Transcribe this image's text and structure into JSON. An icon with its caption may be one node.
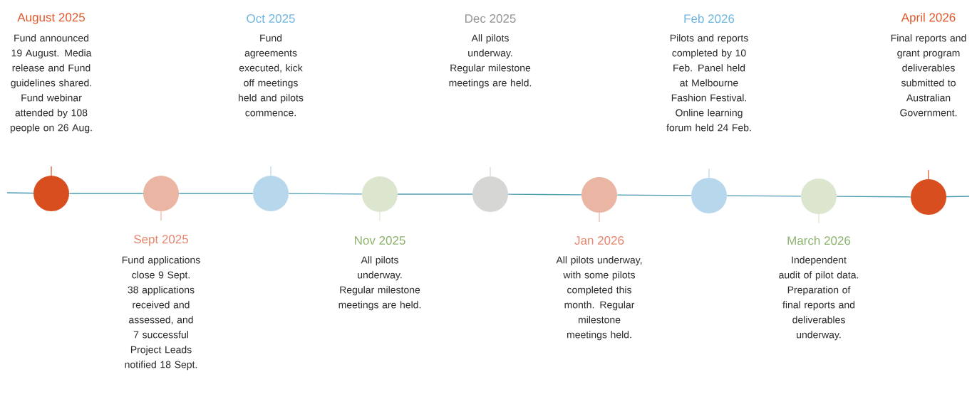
{
  "diagram": {
    "nodes": [
      {
        "text": [],
        "shape": "circle",
        "beside": [
          "August 2025",
          "Fund announced 19 August. Media release and Fund guidelines shared. Fund webinar attended by 108 people on 26 Aug."
        ]
      },
      {
        "text": [],
        "shape": "circle",
        "beside": [
          "Sept 2025",
          "Fund applications close 9 Sept. 38 applications received and assessed, and 7 successful Project Leads notified 18 Sept."
        ]
      },
      {
        "text": [],
        "shape": "circle",
        "beside": [
          "Oct 2025",
          "Fund agreements executed, kick off meetings held and pilots commence."
        ]
      },
      {
        "text": [],
        "shape": "circle",
        "beside": [
          "Nov 2025",
          "All pilots underway. Regular milestone meetings are held."
        ]
      },
      {
        "text": [],
        "shape": "circle",
        "beside": [
          "Dec 2025",
          "All pilots underway. Regular milestone meetings are held."
        ]
      },
      {
        "text": [],
        "shape": "circle",
        "beside": [
          "Jan 2026",
          "All pilots underway, with some pilots completed this month. Regular milestone meetings held."
        ]
      },
      {
        "text": [],
        "shape": "circle",
        "beside": [
          "Feb 2026",
          "Pilots and reports completed by 10 Feb. Panel held at Melbourne Fashion Festival. Online learning forum held 24 Feb."
        ]
      },
      {
        "text": [],
        "shape": "circle",
        "beside": [
          "March 2026",
          "Independent audit of pilot data. Preparation of final reports and deliverables underway."
        ]
      },
      {
        "text": [],
        "shape": "circle",
        "beside": [
          "April 2026",
          "Final reports and grant program deliverables submitted to Australian Government."
        ]
      }
    ],
    "edges": [
      {
        "from": 0,
        "to": 1,
        "arrow": "none"
      },
      {
        "from": 1,
        "to": 2,
        "arrow": "none"
      },
      {
        "from": 2,
        "to": 3,
        "arrow": "none"
      },
      {
        "from": 3,
        "to": 4,
        "arrow": "none"
      },
      {
        "from": 4,
        "to": 5,
        "arrow": "none"
      },
      {
        "from": 5,
        "to": 6,
        "arrow": "none"
      },
      {
        "from": 6,
        "to": 7,
        "arrow": "none"
      },
      {
        "from": 7,
        "to": 8,
        "arrow": "none"
      }
    ]
  }
}
